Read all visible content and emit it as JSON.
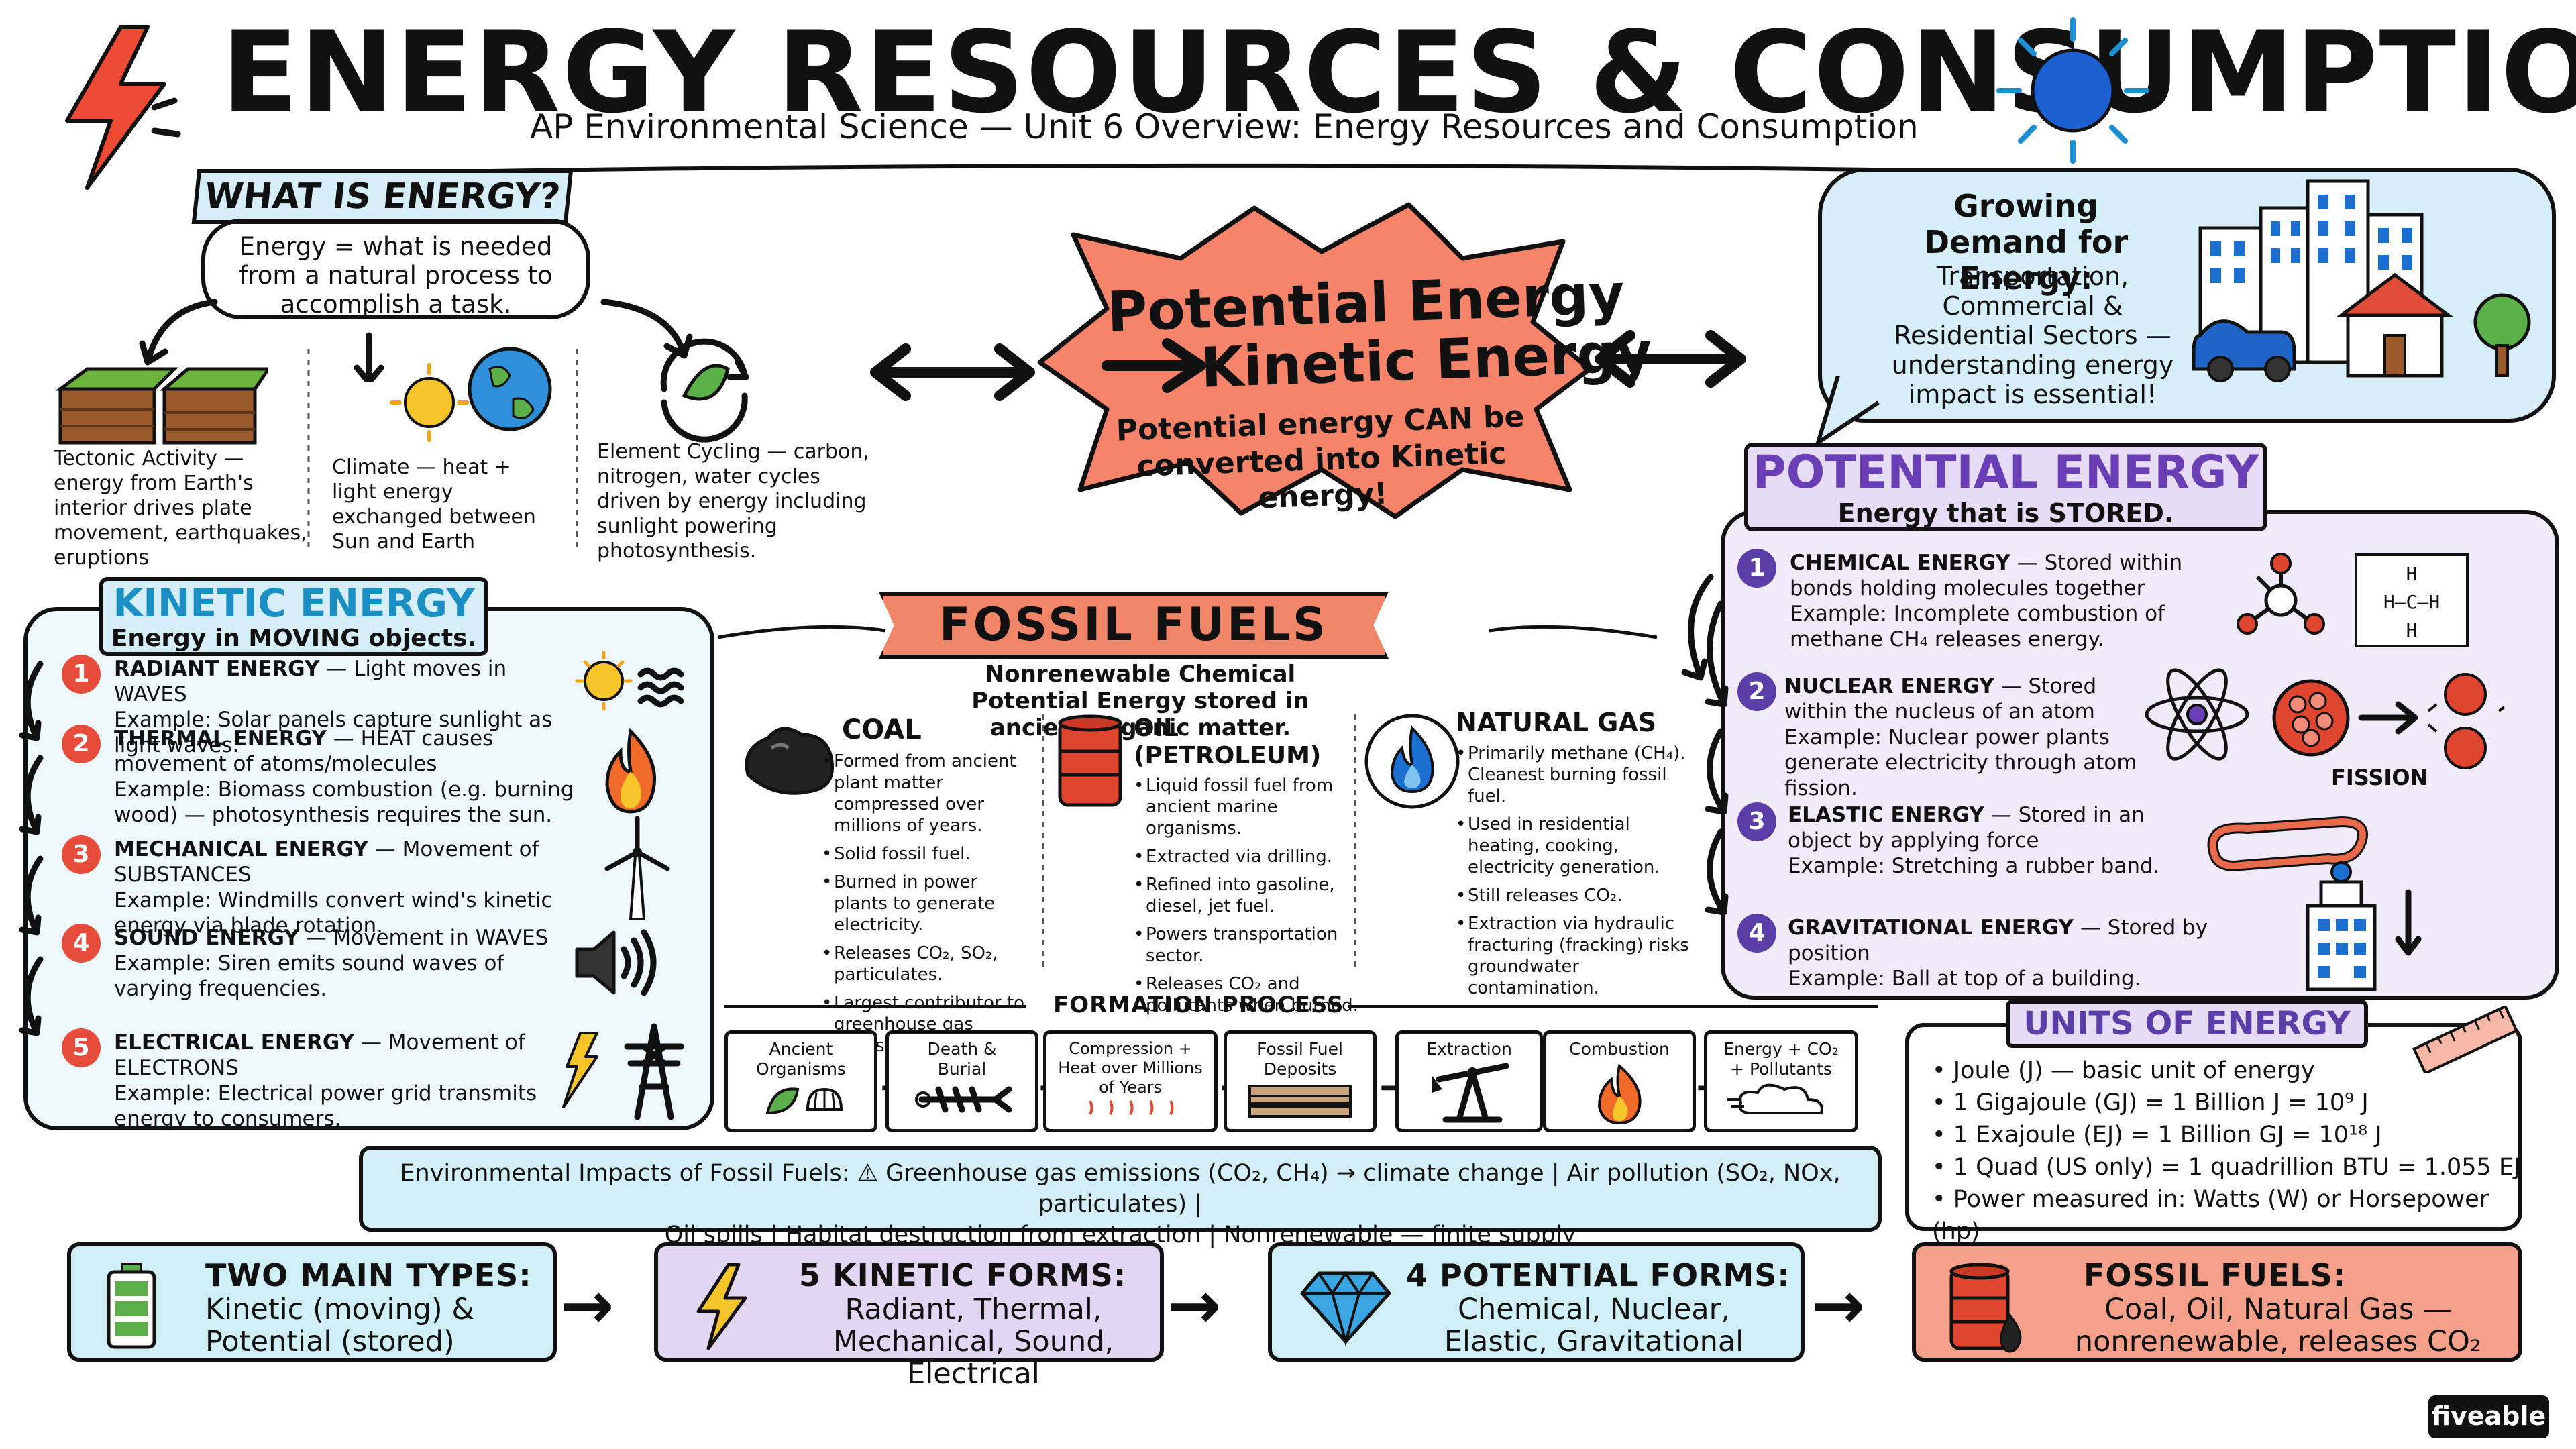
{
  "header": {
    "title": "ENERGY RESOURCES & CONSUMPTION",
    "subtitle": "AP Environmental Science — Unit 6 Overview: Energy Resources and Consumption"
  },
  "what_is_energy": {
    "title": "WHAT IS ENERGY?",
    "definition": "Energy = what is needed from a natural process to accomplish a task.",
    "examples": [
      {
        "icon": "tectonic-icon",
        "text": "Tectonic Activity — energy from Earth's interior drives plate movement, earthquakes, eruptions"
      },
      {
        "icon": "sun-earth-icon",
        "text": "Climate — heat + light energy exchanged between Sun and Earth"
      },
      {
        "icon": "leaf-cycle-icon",
        "text": "Element Cycling — carbon, nitrogen, water cycles driven by energy including sunlight powering photosynthesis."
      }
    ]
  },
  "center": {
    "line1": "Potential Energy",
    "line2": "Kinetic Energy",
    "caption": "Potential energy CAN be converted into Kinetic energy!"
  },
  "demand": {
    "title": "Growing Demand for Energy:",
    "body": "Transportation, Commercial & Residential Sectors — understanding energy impact is essential!"
  },
  "kinetic": {
    "title": "KINETIC ENERGY",
    "subtitle": "Energy in MOVING objects.",
    "items": [
      {
        "n": "1",
        "title": "RADIANT ENERGY",
        "desc": "— Light moves in WAVES",
        "example": "Example: Solar panels capture sunlight as light waves."
      },
      {
        "n": "2",
        "title": "THERMAL ENERGY",
        "desc": "— HEAT causes movement of atoms/molecules",
        "example": "Example: Biomass combustion (e.g. burning wood) — photosynthesis requires the sun."
      },
      {
        "n": "3",
        "title": "MECHANICAL ENERGY",
        "desc": "— Movement of SUBSTANCES",
        "example": "Example: Windmills convert wind's kinetic energy via blade rotation."
      },
      {
        "n": "4",
        "title": "SOUND ENERGY",
        "desc": "— Movement in WAVES",
        "example": "Example: Siren emits sound waves of varying frequencies."
      },
      {
        "n": "5",
        "title": "ELECTRICAL ENERGY",
        "desc": "— Movement of ELECTRONS",
        "example": "Example: Electrical power grid transmits energy to consumers."
      }
    ]
  },
  "potential": {
    "title": "POTENTIAL ENERGY",
    "subtitle": "Energy that is STORED.",
    "items": [
      {
        "n": "1",
        "title": "CHEMICAL ENERGY",
        "desc": "— Stored within bonds holding molecules together",
        "example": "Example: Incomplete combustion of methane CH₄ releases energy."
      },
      {
        "n": "2",
        "title": "NUCLEAR ENERGY",
        "desc": "— Stored within the nucleus of an atom",
        "example": "Example: Nuclear power plants generate electricity through atom fission."
      },
      {
        "n": "3",
        "title": "ELASTIC ENERGY",
        "desc": "— Stored in an object by applying force",
        "example": "Example: Stretching a rubber band."
      },
      {
        "n": "4",
        "title": "GRAVITATIONAL ENERGY",
        "desc": "— Stored by position",
        "example": "Example: Ball at top of a building."
      }
    ],
    "methane_formula": [
      "H",
      "H—C—H",
      "H"
    ],
    "fission_label": "FISSION"
  },
  "fossil": {
    "title": "FOSSIL FUELS",
    "subtitle": "Nonrenewable Chemical Potential Energy stored in ancient organic matter.",
    "coal": {
      "title": "COAL",
      "bullets": [
        "Formed from ancient plant matter compressed over millions of years.",
        "Solid fossil fuel.",
        "Burned in power plants to generate electricity.",
        "Releases CO₂, SO₂, particulates.",
        "Largest contributor to greenhouse gas emissions."
      ]
    },
    "oil": {
      "title": "OIL (PETROLEUM)",
      "bullets": [
        "Liquid fossil fuel from ancient marine organisms.",
        "Extracted via drilling.",
        "Refined into gasoline, diesel, jet fuel.",
        "Powers transportation sector.",
        "Releases CO₂ and pollutants when burned."
      ]
    },
    "gas": {
      "title": "NATURAL GAS",
      "bullets": [
        "Primarily methane (CH₄). Cleanest burning fossil fuel.",
        "Used in residential heating, cooking, electricity generation.",
        "Still releases CO₂.",
        "Extraction via hydraulic fracturing (fracking) risks groundwater contamination."
      ]
    }
  },
  "formation": {
    "label": "FORMATION PROCESS",
    "steps": [
      "Ancient Organisms",
      "Death & Burial",
      "Compression + Heat over Millions of Years",
      "Fossil Fuel Deposits",
      "Extraction",
      "Combustion",
      "Energy + CO₂ + Pollutants"
    ]
  },
  "impacts": {
    "line1": "Environmental Impacts of Fossil Fuels: ⚠ Greenhouse gas emissions (CO₂, CH₄) → climate change | Air pollution (SO₂, NOx, particulates) |",
    "line2": "Oil spills | Habitat destruction from extraction | Nonrenewable — finite supply"
  },
  "units": {
    "title": "UNITS OF ENERGY",
    "items": [
      "Joule (J) — basic unit of energy",
      "1 Gigajoule (GJ) = 1 Billion J = 10⁹ J",
      "1 Exajoule (EJ) = 1 Billion GJ = 10¹⁸ J",
      "1 Quad (US only) = 1 quadrillion BTU = 1.055 EJ",
      "Power measured in: Watts (W) or Horsepower (hp)"
    ]
  },
  "summary": [
    {
      "title": "TWO MAIN TYPES:",
      "body": "Kinetic (moving) & Potential (stored)",
      "icon": "battery-icon"
    },
    {
      "title": "5 KINETIC FORMS:",
      "body": "Radiant, Thermal, Mechanical, Sound, Electrical",
      "icon": "lightning-icon"
    },
    {
      "title": "4 POTENTIAL FORMS:",
      "body": "Chemical, Nuclear, Elastic, Gravitational",
      "icon": "diamond-icon"
    },
    {
      "title": "FOSSIL FUELS:",
      "body": "Coal, Oil, Natural Gas — nonrenewable, releases CO₂",
      "icon": "oil-barrel-icon"
    }
  ],
  "brand": "fiveable",
  "colors": {
    "kinetic_accent": "#1b8fc4",
    "potential_accent": "#6a3fb5",
    "fossil_fill": "#f08568",
    "center_fill": "#f5846a",
    "impact_fill": "#d4eef7",
    "bottom_blue": "#cfeef5",
    "bottom_purple": "#e2d6f3",
    "bottom_orange": "#f5a08a"
  }
}
